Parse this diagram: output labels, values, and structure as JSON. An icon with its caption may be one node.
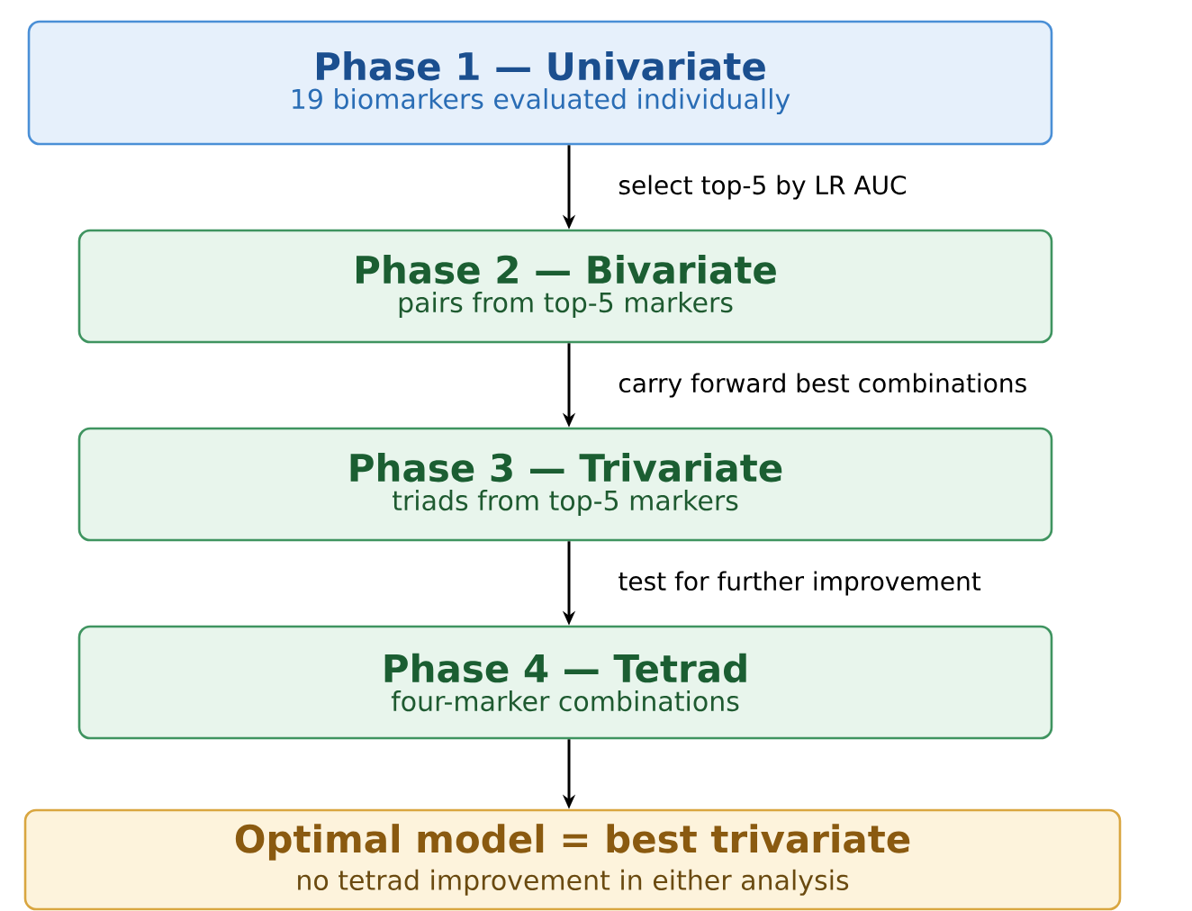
{
  "diagram": {
    "nodes": [
      {
        "text": [
          "Phase 1 — Univariate",
          "19 biomarkers evaluated individually"
        ]
      },
      {
        "text": [
          "Phase 2 — Bivariate",
          "pairs from top-5 markers"
        ]
      },
      {
        "text": [
          "Phase 3 — Trivariate",
          "triads from top-5 markers"
        ]
      },
      {
        "text": [
          "Phase 4 — Tetrad",
          "four-marker combinations"
        ]
      },
      {
        "text": [
          "Optimal model = best trivariate",
          "no tetrad improvement in either analysis"
        ]
      }
    ],
    "edges": [
      {
        "from": 0,
        "to": 1,
        "arrow": "to",
        "label": "select top-5 by LR AUC"
      },
      {
        "from": 1,
        "to": 2,
        "arrow": "to",
        "label": "carry forward best combinations"
      },
      {
        "from": 2,
        "to": 3,
        "arrow": "to",
        "label": "test for further improvement"
      },
      {
        "from": 3,
        "to": 4,
        "arrow": "to"
      }
    ]
  }
}
